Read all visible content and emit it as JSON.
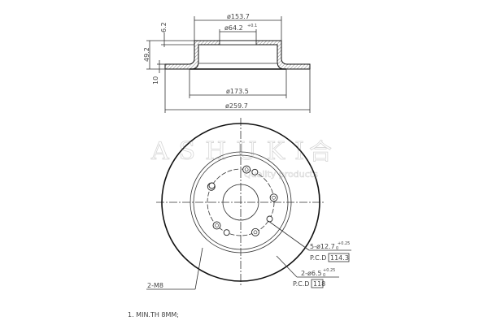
{
  "section_view": {
    "dim_top_outer": "ø153.7",
    "dim_hub_bore": "ø64.2",
    "dim_hub_bore_tol": "+0.1",
    "dim_hat_thickness": "6.2",
    "dim_total_height": "49.2",
    "dim_disc_thickness": "10",
    "dim_inner": "ø173.5",
    "dim_outer": "ø259.7"
  },
  "front_view": {
    "bolt_holes": "5-ø12.7",
    "bolt_holes_tol_upper": "+0.25",
    "bolt_holes_tol_lower": "0",
    "bolt_pcd_label": "P.C.D",
    "bolt_pcd": "114.3",
    "pin_holes": "2-ø6.5",
    "pin_holes_tol_upper": "+0.25",
    "pin_holes_tol_lower": "0",
    "pin_pcd_label": "P.C.D",
    "pin_pcd": "118",
    "thread_holes": "2-M8"
  },
  "notes": {
    "note_1": "1. MIN.TH 8MM;"
  },
  "watermark": {
    "brand": "ASHUKI",
    "tagline": "Quality products"
  }
}
